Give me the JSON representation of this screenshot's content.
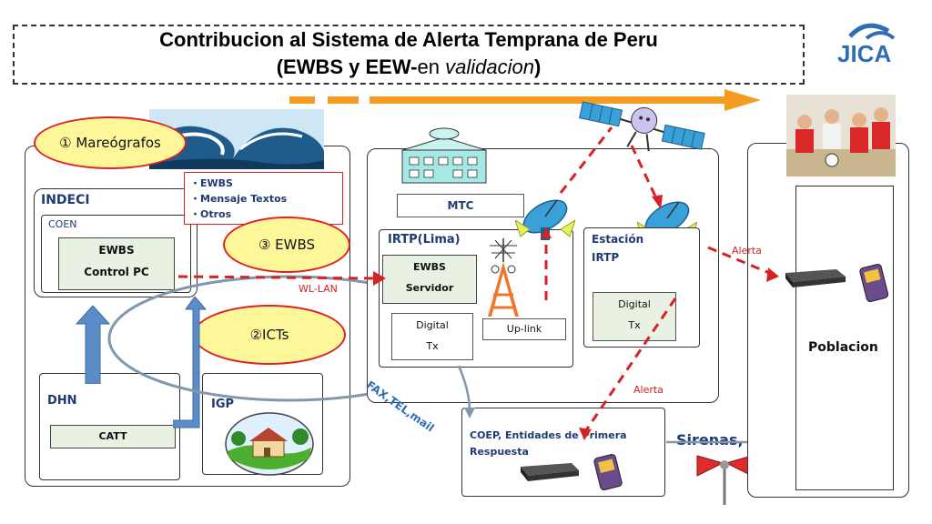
{
  "title": {
    "line1": "Contribucion al Sistema de Alerta Temprana de Peru",
    "line2_bold": "(EWBS y EEW-",
    "line2_normal": "en ",
    "line2_italic": "validacion",
    "line2_end": ")"
  },
  "logo": {
    "text": "JICA"
  },
  "ovals": {
    "mareografos": "① Mareógrafos",
    "ewbs": "③ EWBS",
    "icts": "②ICTs"
  },
  "legend_list": {
    "items": [
      "・EWBS",
      "・Mensaje Textos",
      "・Otros"
    ]
  },
  "indeci": {
    "label": "INDECI",
    "coen": "COEN",
    "control_line1": "EWBS",
    "control_line2": "Control  PC"
  },
  "dhn": {
    "label": "DHN",
    "catt": "CATT"
  },
  "igp": {
    "label": "IGP"
  },
  "links": {
    "wl_lan": "WL-LAN",
    "fax": "FAX,TEL,mail",
    "alerta_top": "Alerta",
    "alerta_bottom": "Alerta"
  },
  "mtc": {
    "label": "MTC",
    "irtp": "IRTP(Lima)",
    "server_line1": "EWBS",
    "server_line2": "Servidor",
    "digital_line1": "Digital",
    "digital_line2": "Tx",
    "uplink": "Up-link"
  },
  "station": {
    "label_line1": "Estación",
    "label_line2": "IRTP",
    "digital_line1": "Digital",
    "digital_line2": "Tx"
  },
  "coep": {
    "line1": "COEP, Entidades de Primera",
    "line2": "Respuesta"
  },
  "sirenas": {
    "label": "Sirenas, etc."
  },
  "poblacion": {
    "label": "Poblacion"
  },
  "colors": {
    "red": "#d62222",
    "blue": "#5b8cc8",
    "orange": "#f59d22",
    "navy": "#1f3b73"
  }
}
